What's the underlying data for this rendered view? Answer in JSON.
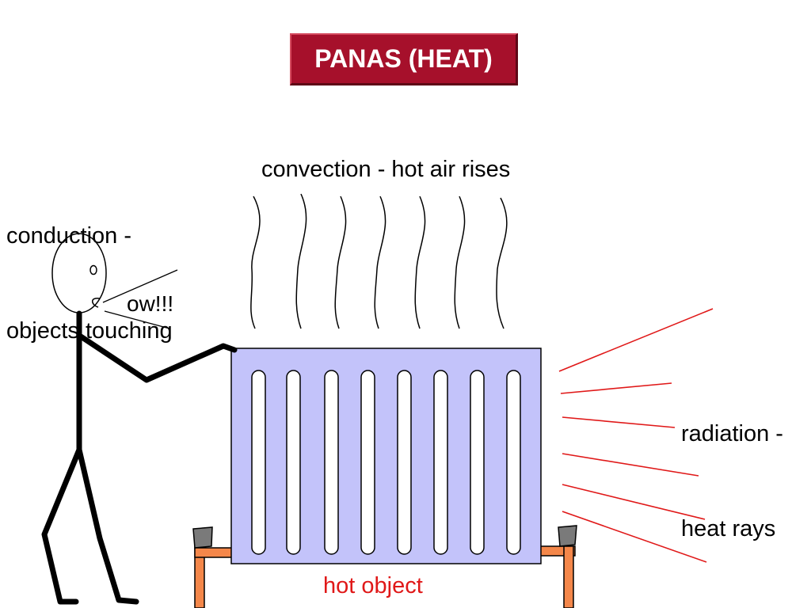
{
  "title": "PANAS (HEAT)",
  "labels": {
    "conduction": [
      "conduction -",
      "objects touching"
    ],
    "convection": "convection - hot air rises",
    "radiation": [
      "radiation -",
      "heat rays"
    ],
    "exclamation": "ow!!!",
    "hot_object": "hot object"
  },
  "colors": {
    "title_bg": "#a6102b",
    "title_text": "#ffffff",
    "radiator_fill": "#c3c3fa",
    "radiation_rays": "#e01818",
    "pipes": "#f4874a",
    "valves": "#7a7a7a",
    "hot_object_text": "#e01818"
  }
}
